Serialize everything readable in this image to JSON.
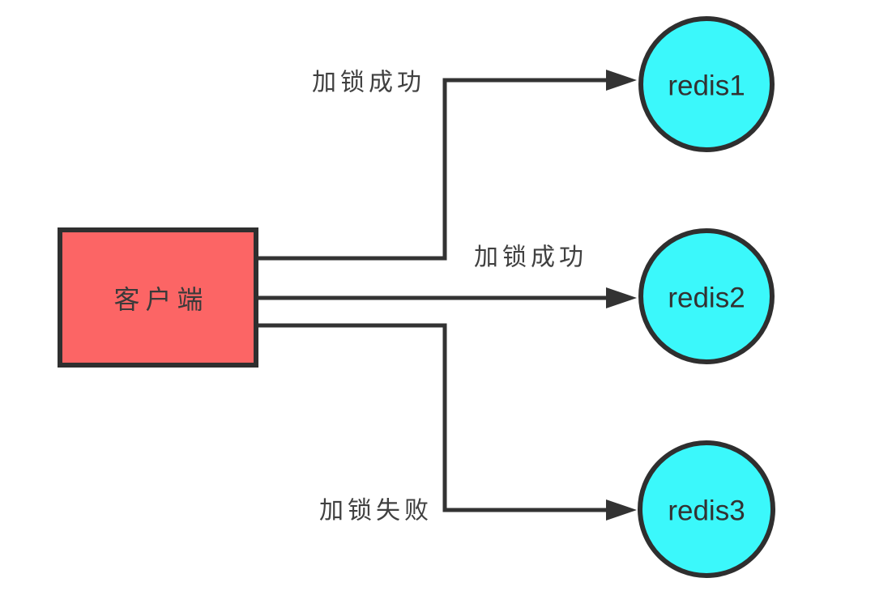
{
  "diagram": {
    "background": "#ffffff",
    "line_color": "#333333",
    "border_color": "#2f2f2f",
    "client": {
      "label": "客户端",
      "fill": "#fc6565"
    },
    "nodes": [
      {
        "id": "redis1",
        "label": "redis1",
        "fill": "#3bf8fb"
      },
      {
        "id": "redis2",
        "label": "redis2",
        "fill": "#3bf8fb"
      },
      {
        "id": "redis3",
        "label": "redis3",
        "fill": "#3bf8fb"
      }
    ],
    "edges": [
      {
        "from": "客户端",
        "to": "redis1",
        "label": "加锁成功",
        "result": "success"
      },
      {
        "from": "客户端",
        "to": "redis2",
        "label": "加锁成功",
        "result": "success"
      },
      {
        "from": "客户端",
        "to": "redis3",
        "label": "加锁失败",
        "result": "failure"
      }
    ]
  }
}
